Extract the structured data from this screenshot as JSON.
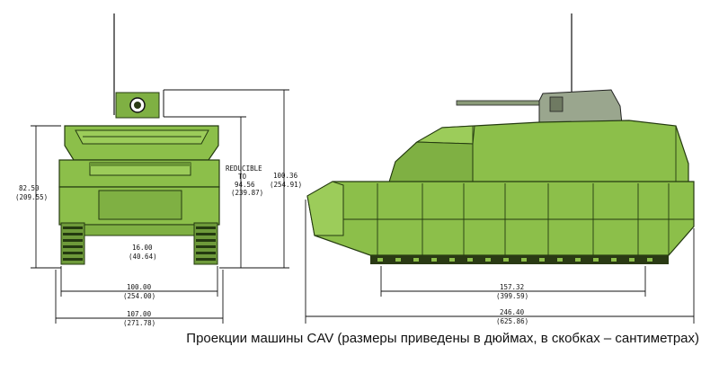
{
  "caption": "Проекции машины CAV (размеры приведены в дюймах, в скобках – сантиметрах)",
  "front_view": {
    "height_in": "82.50",
    "height_cm": "(209.55)",
    "reducible_label": "REDUCIBLE",
    "to_label": "TO",
    "reducible_in": "94.56",
    "reducible_cm": "(239.87)",
    "total_height_in": "100.36",
    "total_height_cm": "(254.91)",
    "clearance_in": "16.00",
    "clearance_cm": "(40.64)",
    "track_width_in": "100.00",
    "track_width_cm": "(254.00)",
    "overall_width_in": "107.00",
    "overall_width_cm": "(271.78)"
  },
  "side_view": {
    "track_length_in": "157.32",
    "track_length_cm": "(399.59)",
    "overall_length_in": "246.40",
    "overall_length_cm": "(625.86)"
  },
  "colors": {
    "hull": "#8cbf4a",
    "hull_dark": "#7fb043",
    "outline": "#243a10"
  }
}
